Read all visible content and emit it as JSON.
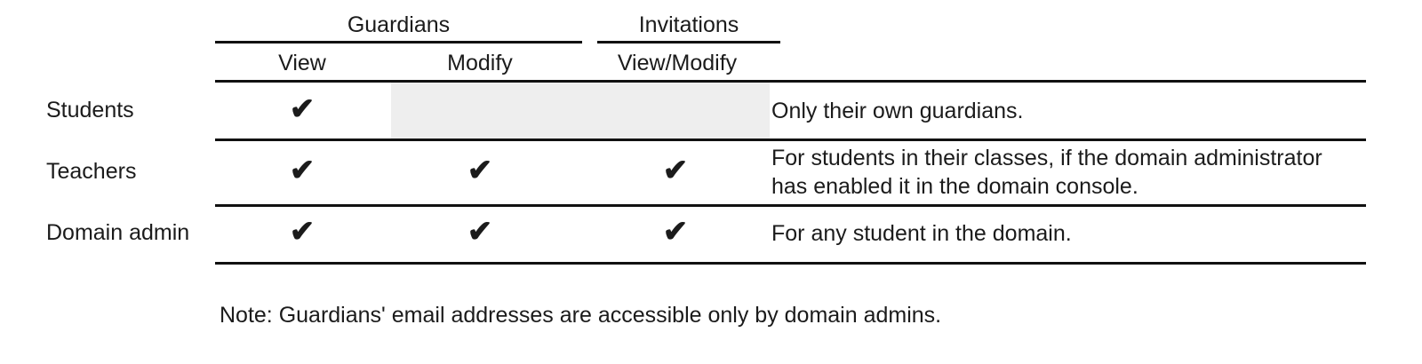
{
  "table": {
    "column_groups": [
      {
        "label": "Guardians",
        "span": 2
      },
      {
        "label": "Invitations",
        "span": 1
      }
    ],
    "columns": [
      {
        "label": "View"
      },
      {
        "label": "Modify"
      },
      {
        "label": "View/Modify"
      }
    ],
    "notes_header": "",
    "rows": [
      {
        "label": "Students",
        "cells": [
          {
            "check": "✔"
          },
          {
            "check": "",
            "shaded": true
          },
          {
            "check": "",
            "shaded": true
          }
        ],
        "note": "Only their own guardians.",
        "note_shaded": false
      },
      {
        "label": "Teachers",
        "cells": [
          {
            "check": "✔"
          },
          {
            "check": "✔"
          },
          {
            "check": "✔"
          }
        ],
        "note": "For students in their classes, if the domain administrator\nhas enabled it in the domain console.",
        "note_shaded": false
      },
      {
        "label": "Domain admin",
        "cells": [
          {
            "check": "✔"
          },
          {
            "check": "✔"
          },
          {
            "check": "✔"
          }
        ],
        "note": "For any student in the domain.",
        "note_shaded": false
      }
    ]
  },
  "footnote": "Note: Guardians' email addresses are accessible only by domain admins.",
  "colors": {
    "rule": "#111111",
    "shade": "#eeeeee",
    "text": "#1b1b1b",
    "background": "#ffffff"
  }
}
